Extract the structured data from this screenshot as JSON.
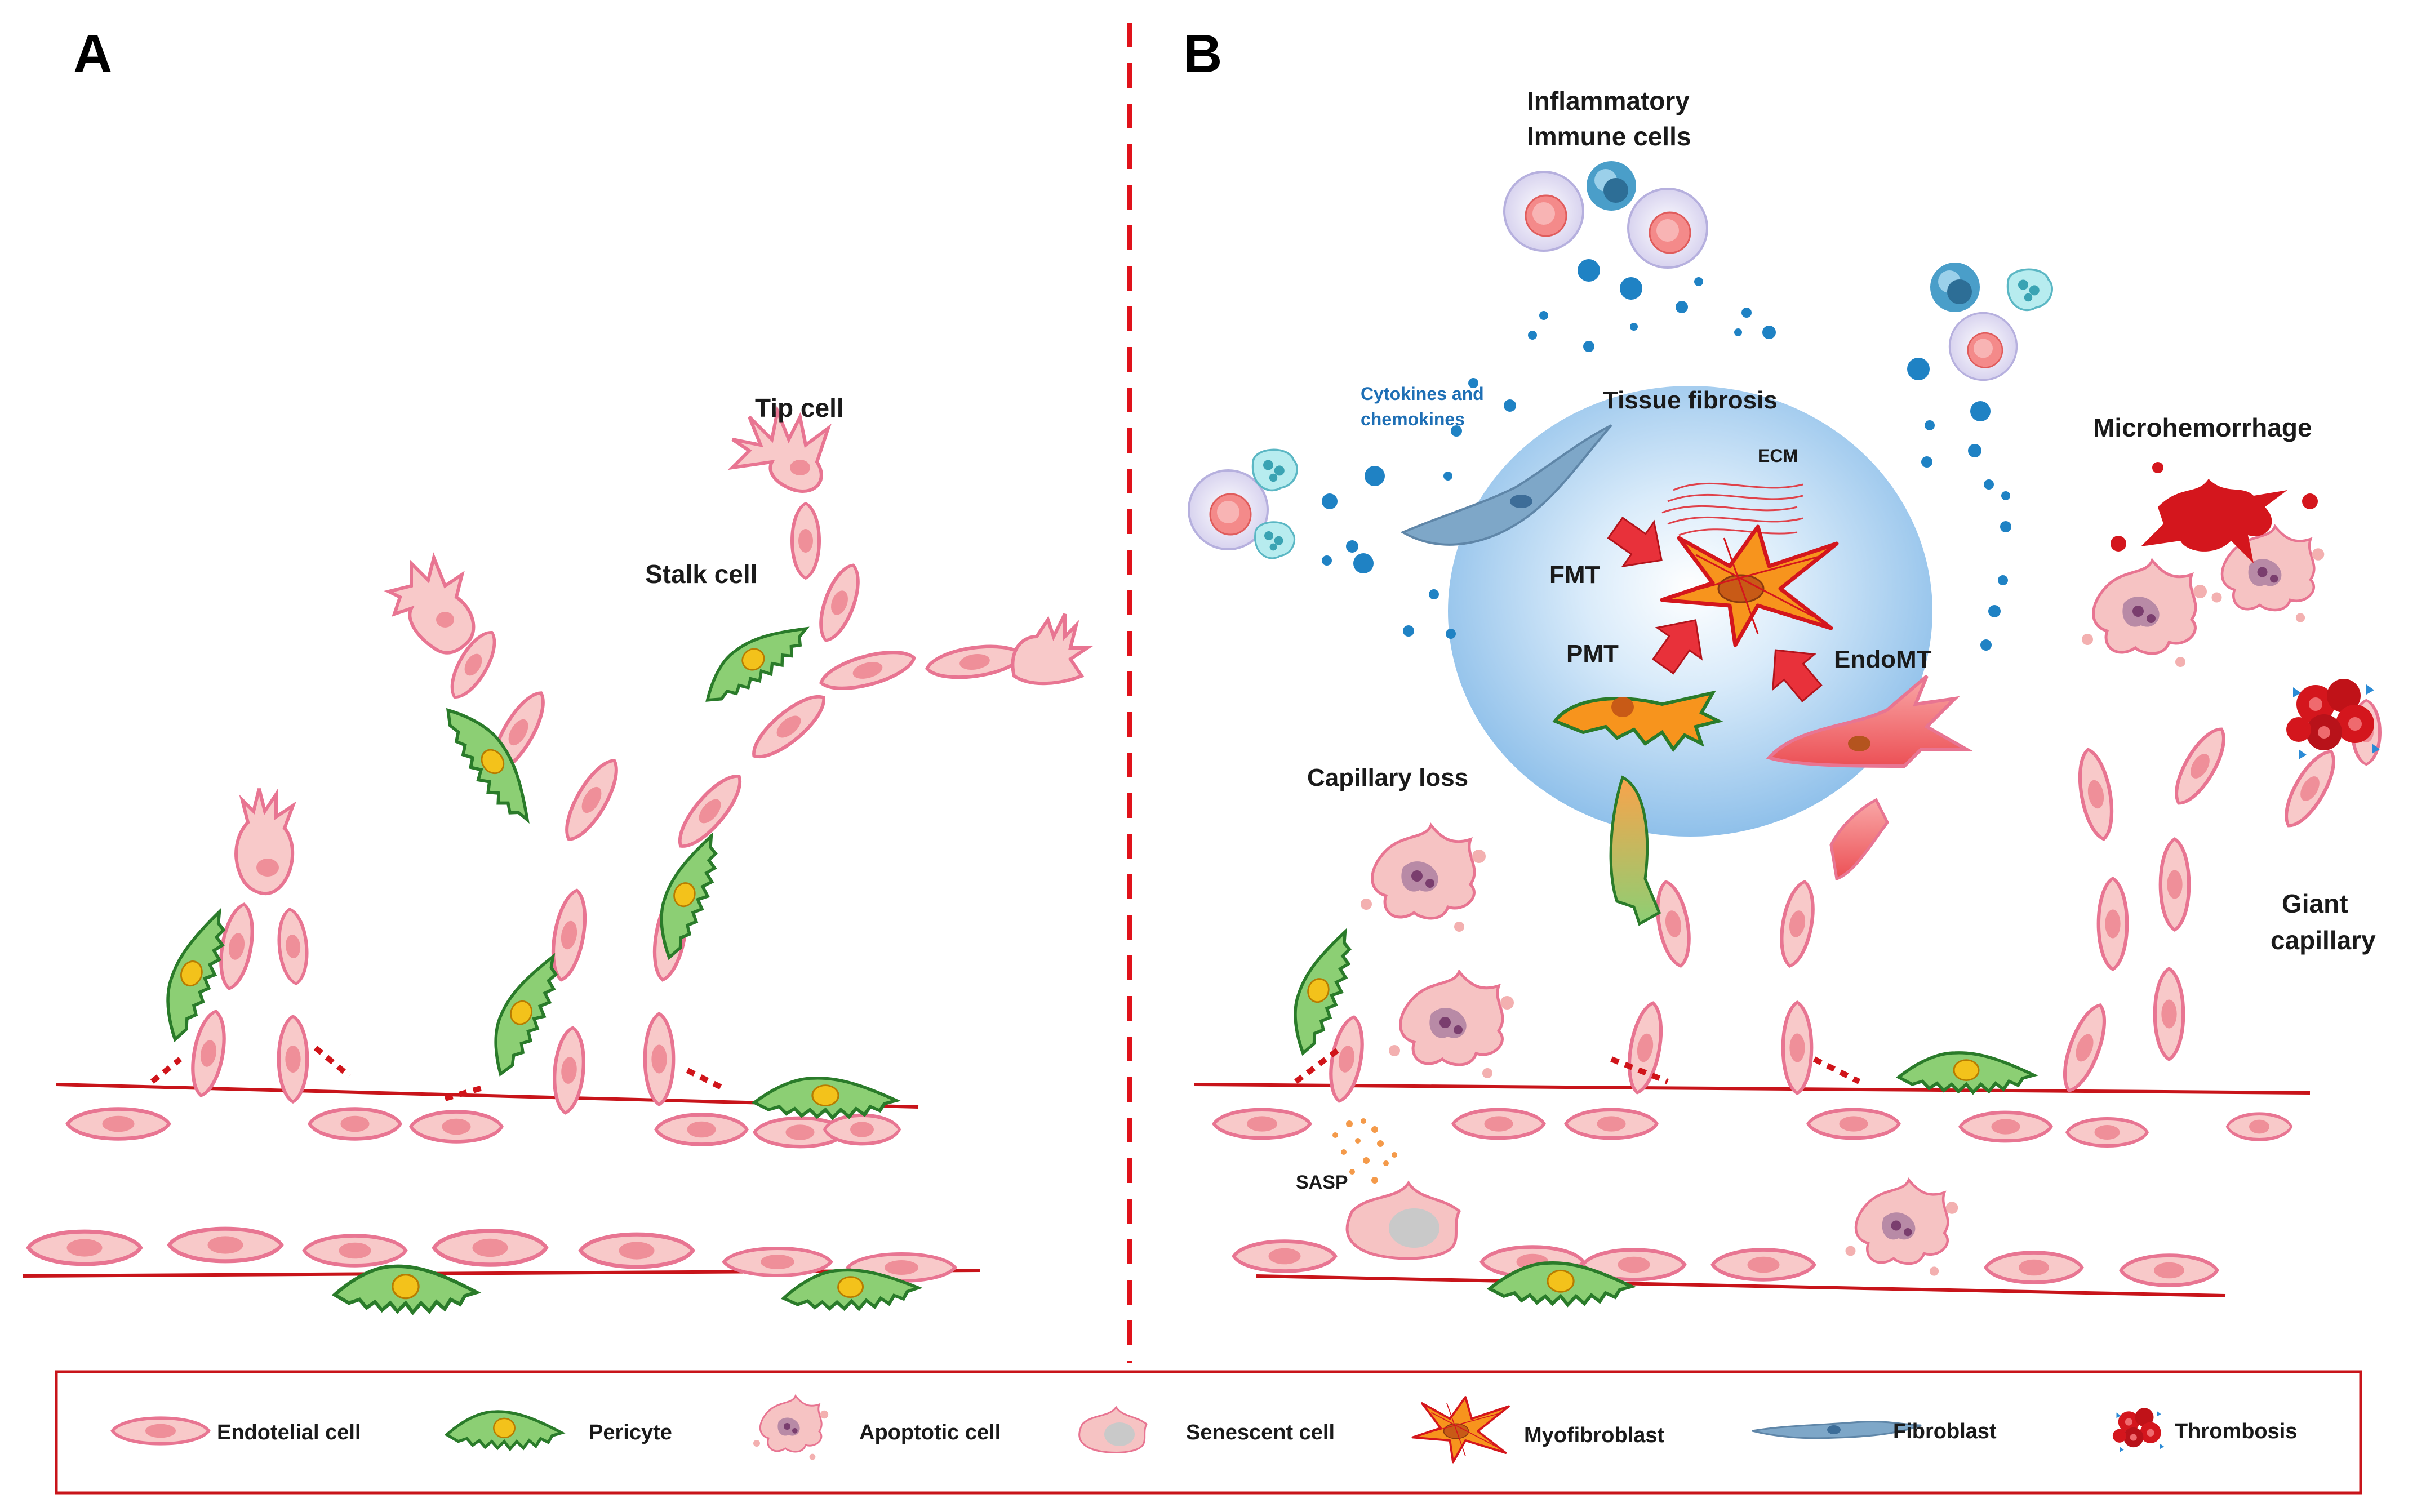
{
  "panels": {
    "a": "A",
    "b": "B"
  },
  "panel_a_labels": {
    "tip_cell": "Tip cell",
    "stalk_cell": "Stalk cell"
  },
  "panel_b_labels": {
    "inflammatory_line1": "Inflammatory",
    "inflammatory_line2": "Immune cells",
    "cytokines_line1": "Cytokines and",
    "cytokines_line2": "chemokines",
    "tissue_fibrosis": "Tissue fibrosis",
    "ecm": "ECM",
    "fmt": "FMT",
    "pmt": "PMT",
    "endomt": "EndoMT",
    "microhemorrhage": "Microhemorrhage",
    "capillary_loss": "Capillary loss",
    "giant_line1": "Giant",
    "giant_line2": "capillary",
    "sasp": "SASP"
  },
  "legend": [
    {
      "key": "endothelial",
      "label": "Endotelial cell"
    },
    {
      "key": "pericyte",
      "label": "Pericyte"
    },
    {
      "key": "apoptotic",
      "label": "Apoptotic cell"
    },
    {
      "key": "senescent",
      "label": "Senescent cell"
    },
    {
      "key": "myofibroblast",
      "label": "Myofibroblast"
    },
    {
      "key": "fibroblast",
      "label": "Fibroblast"
    },
    {
      "key": "thrombosis",
      "label": "Thrombosis"
    }
  ],
  "colors": {
    "endothelial_fill": "#f8c9c9",
    "endothelial_stroke": "#e87592",
    "pericyte_fill": "#8ccf74",
    "divider": "#e0121a",
    "legend_border": "#c8141a",
    "cytokine_dots": "#1f82c4",
    "fibrosis_halo": "#9ccbf0",
    "myofibroblast": "#f7941d",
    "thrombus": "#d4161d"
  }
}
